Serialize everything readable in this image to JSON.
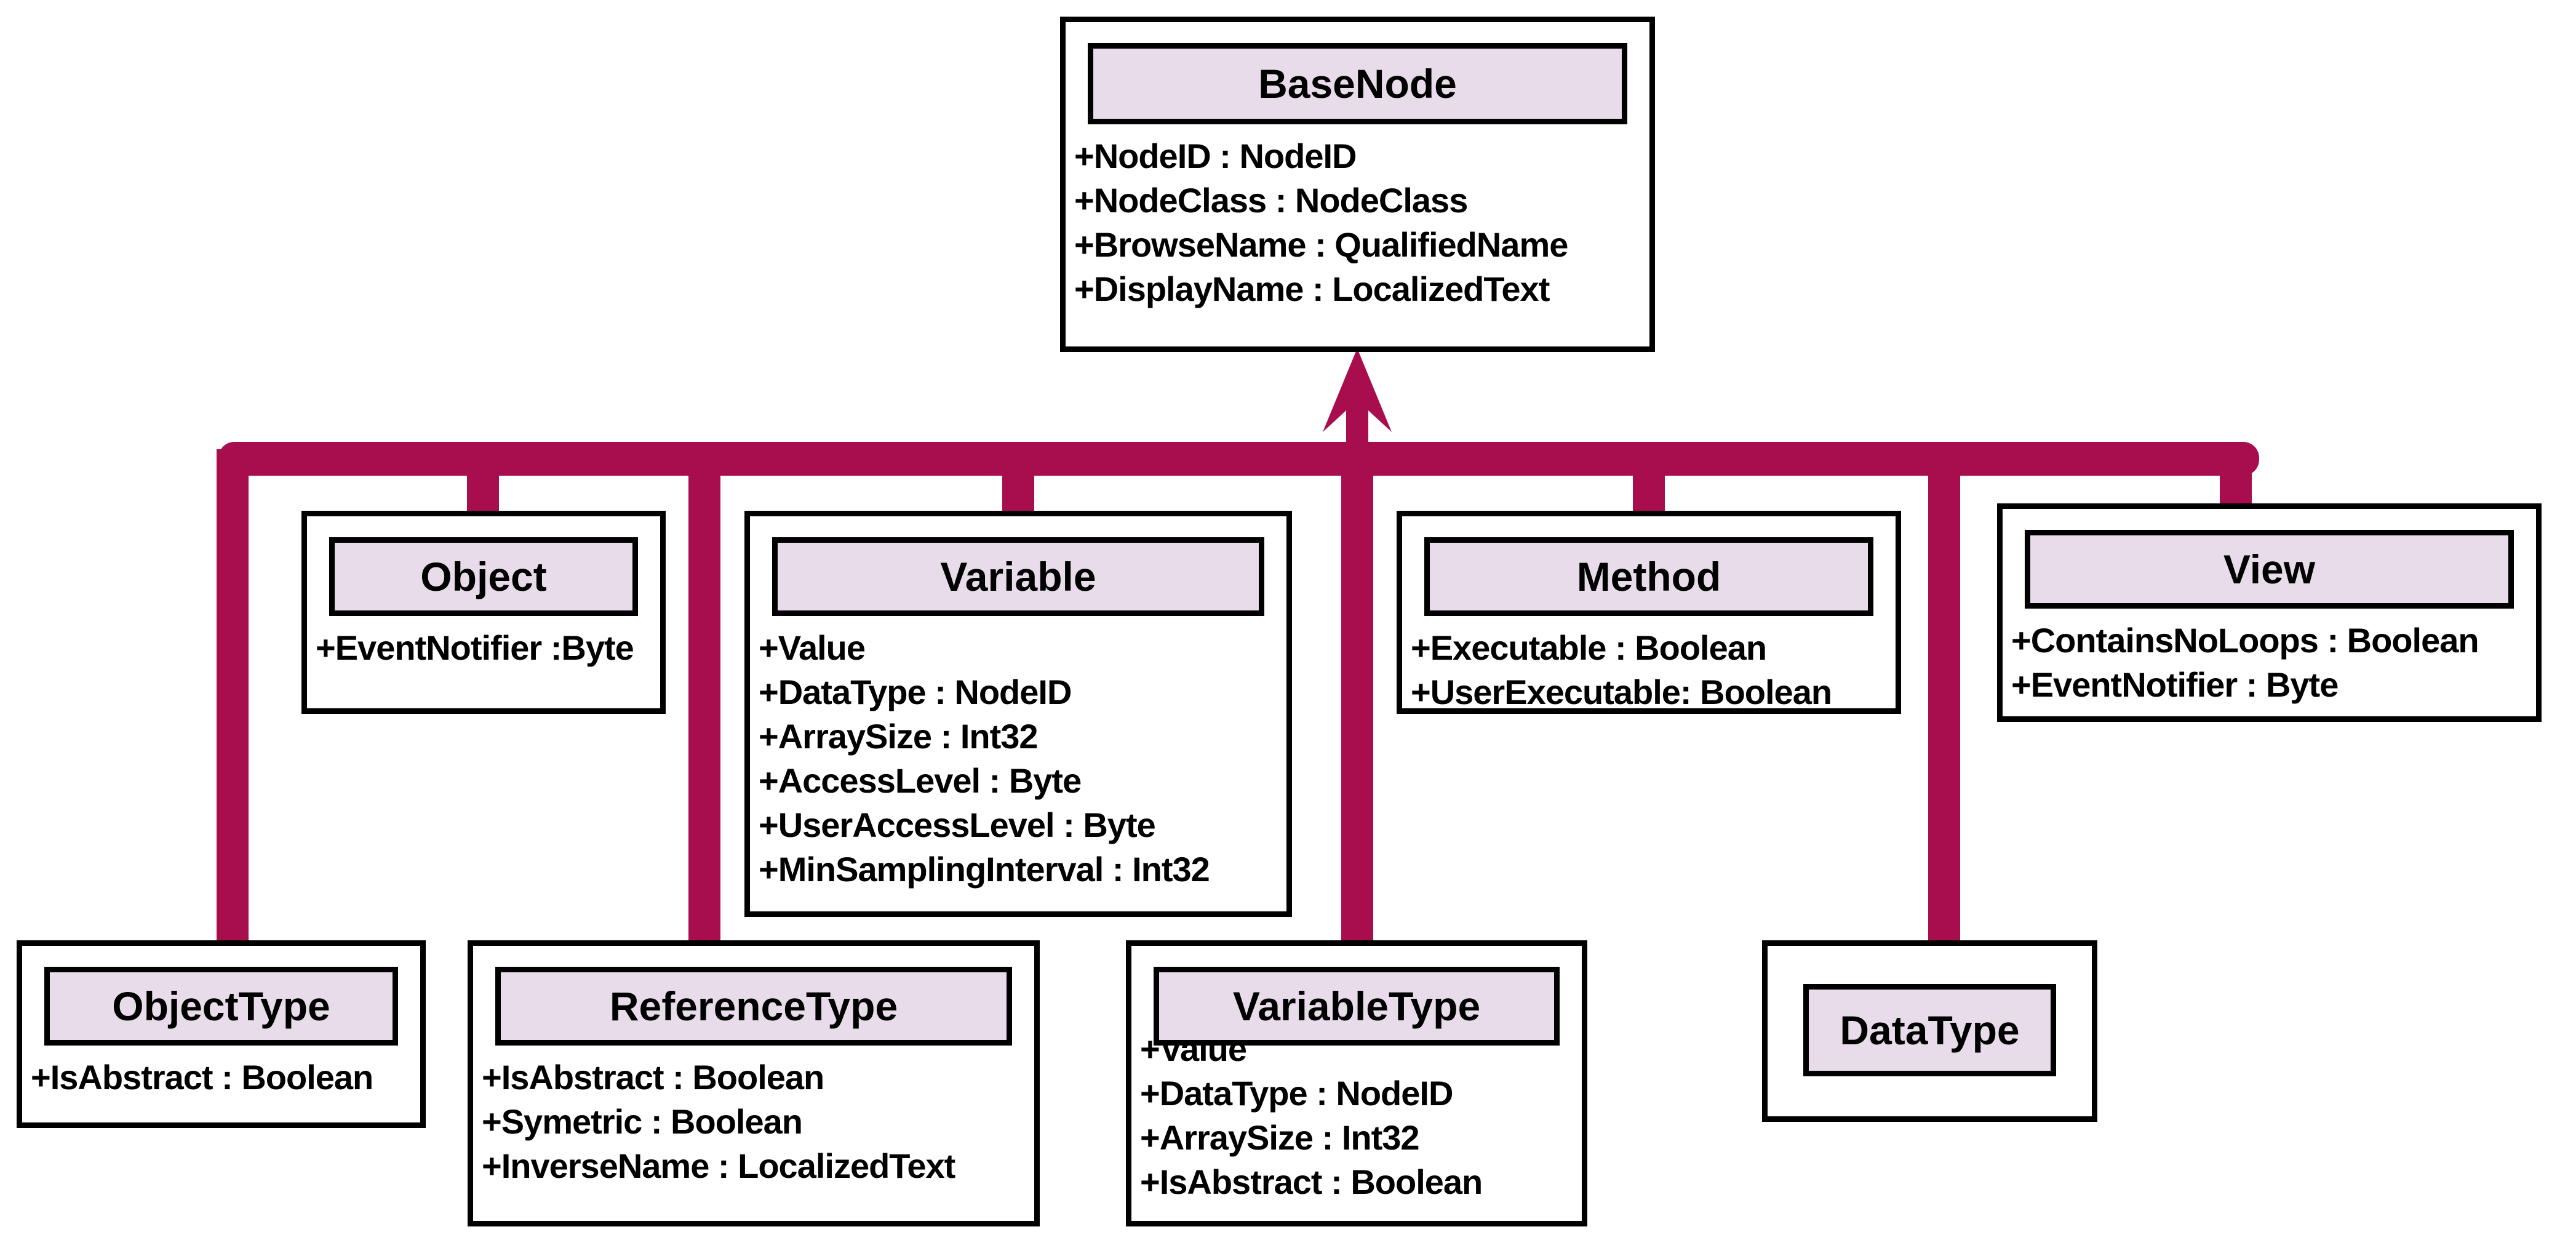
{
  "diagram": {
    "kind": "uml-class-diagram",
    "colors": {
      "connector": "#a80d4e",
      "class_header_fill": "#e8dbea",
      "box_border": "#000000",
      "background": "#ffffff"
    },
    "relationship": {
      "type": "generalization",
      "parent": "BaseNode",
      "children": [
        "Object",
        "Variable",
        "Method",
        "View",
        "ObjectType",
        "ReferenceType",
        "VariableType",
        "DataType"
      ]
    },
    "classes": [
      {
        "name": "BaseNode",
        "attributes": [
          "+NodeID : NodeID",
          "+NodeClass : NodeClass",
          "+BrowseName : QualifiedName",
          "+DisplayName : LocalizedText"
        ]
      },
      {
        "name": "Object",
        "attributes": [
          "+EventNotifier :Byte"
        ]
      },
      {
        "name": "Variable",
        "attributes": [
          "+Value",
          "+DataType : NodeID",
          "+ArraySize : Int32",
          "+AccessLevel : Byte",
          "+UserAccessLevel : Byte",
          "+MinSamplingInterval : Int32"
        ]
      },
      {
        "name": "Method",
        "attributes": [
          "+Executable : Boolean",
          "+UserExecutable: Boolean"
        ]
      },
      {
        "name": "View",
        "attributes": [
          "+ContainsNoLoops : Boolean",
          "+EventNotifier : Byte"
        ]
      },
      {
        "name": "ObjectType",
        "attributes": [
          "+IsAbstract : Boolean"
        ]
      },
      {
        "name": "ReferenceType",
        "attributes": [
          "+IsAbstract : Boolean",
          "+Symetric : Boolean",
          "+InverseName : LocalizedText"
        ]
      },
      {
        "name": "VariableType",
        "attributes": [
          "+Value",
          "+DataType : NodeID",
          "+ArraySize : Int32",
          "+IsAbstract : Boolean"
        ]
      },
      {
        "name": "DataType",
        "attributes": []
      }
    ]
  }
}
